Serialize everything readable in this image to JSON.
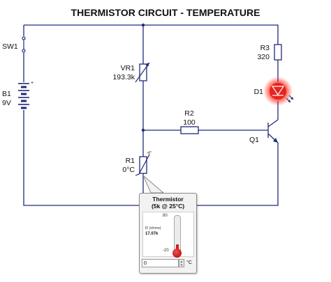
{
  "title": "THERMISTOR CIRCUIT - TEMPERATURE",
  "components": {
    "sw1": {
      "name": "SW1"
    },
    "b1": {
      "name": "B1",
      "value": "9V",
      "plus": "+"
    },
    "vr1": {
      "name": "VR1",
      "value": "193.3k"
    },
    "r1": {
      "name": "R1",
      "value": "0°C",
      "symbol": "-t°"
    },
    "r2": {
      "name": "R2",
      "value": "100"
    },
    "r3": {
      "name": "R3",
      "value": "320"
    },
    "d1": {
      "name": "D1"
    },
    "q1": {
      "name": "Q1"
    }
  },
  "thermistor_popup": {
    "title_line1": "Thermistor",
    "title_line2": "(5k @ 25°C)",
    "scale_max": "80",
    "scale_min": "-20",
    "resistance_label": "R (ohms)",
    "resistance_value": "17.07k",
    "temperature": 0,
    "temperature_input": "0",
    "unit": "°C"
  },
  "colors": {
    "wire": "#1f2a7a",
    "led": "#e8241e",
    "mercury": "#d21f1f"
  }
}
